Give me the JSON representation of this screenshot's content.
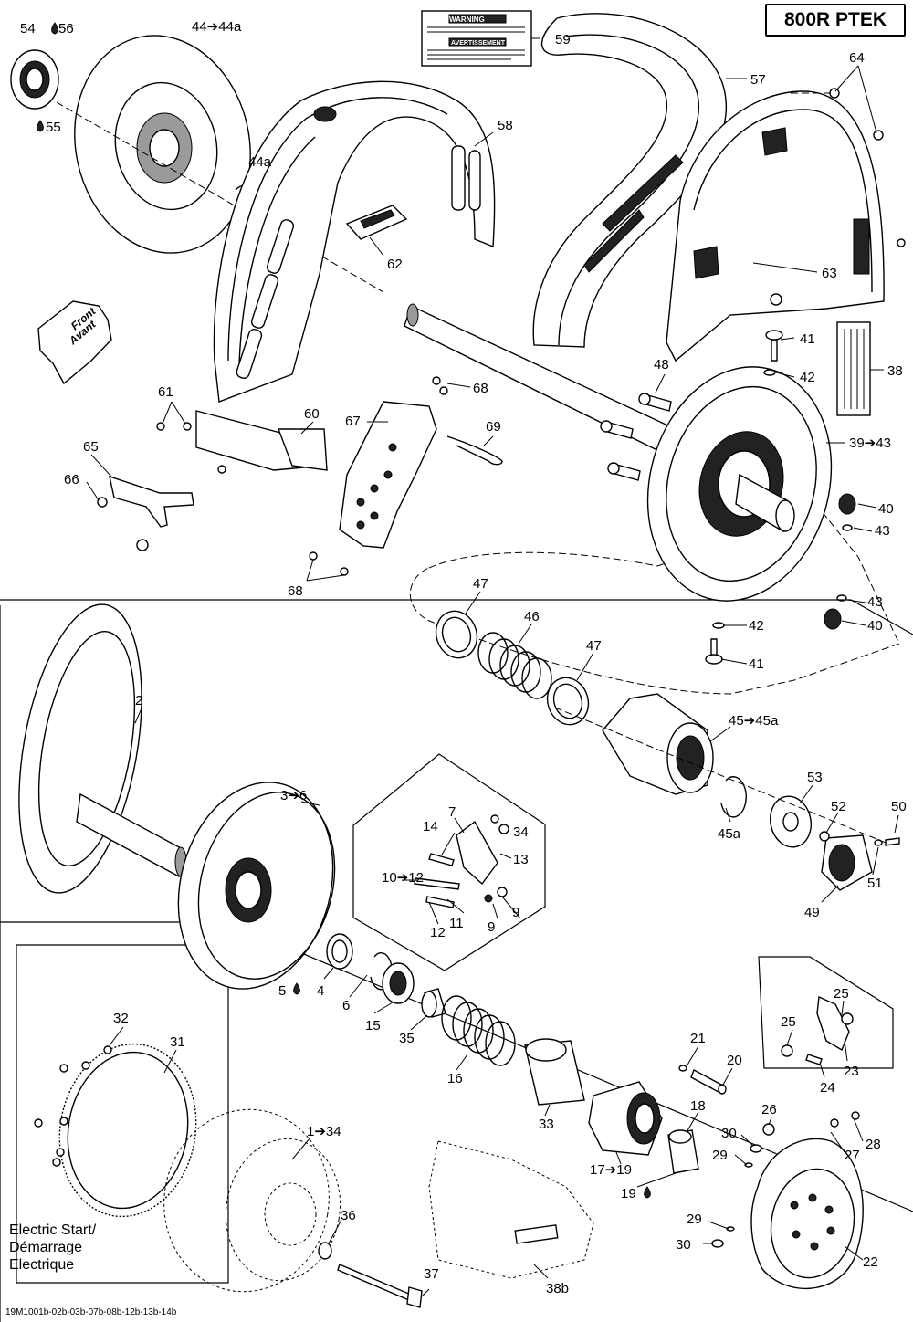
{
  "model_label": "800R PTEK",
  "footer_code": "19M1001b-02b-03b-07b-08b-12b-13b-14b",
  "front_arrow": {
    "line1": "Front",
    "line2": "Avant"
  },
  "electric_start": {
    "line1": "Electric Start/",
    "line2": "Démarrage",
    "line3": "Electrique"
  },
  "warning_label": {
    "title1": "WARNING",
    "title2": "AVERTISSEMENT"
  },
  "callouts": [
    {
      "id": "c-54",
      "text": "54"
    },
    {
      "id": "c-56",
      "text": "56"
    },
    {
      "id": "c-55",
      "text": "55"
    },
    {
      "id": "c-44",
      "text": "44➔44a"
    },
    {
      "id": "c-44a",
      "text": "44a"
    },
    {
      "id": "c-59",
      "text": "59"
    },
    {
      "id": "c-57",
      "text": "57"
    },
    {
      "id": "c-64",
      "text": "64"
    },
    {
      "id": "c-58",
      "text": "58"
    },
    {
      "id": "c-62",
      "text": "62"
    },
    {
      "id": "c-63",
      "text": "63"
    },
    {
      "id": "c-41a",
      "text": "41"
    },
    {
      "id": "c-42a",
      "text": "42"
    },
    {
      "id": "c-38",
      "text": "38"
    },
    {
      "id": "c-48",
      "text": "48"
    },
    {
      "id": "c-68a",
      "text": "68"
    },
    {
      "id": "c-61",
      "text": "61"
    },
    {
      "id": "c-60",
      "text": "60"
    },
    {
      "id": "c-67",
      "text": "67"
    },
    {
      "id": "c-69",
      "text": "69"
    },
    {
      "id": "c-39",
      "text": "39➔43"
    },
    {
      "id": "c-65",
      "text": "65"
    },
    {
      "id": "c-66",
      "text": "66"
    },
    {
      "id": "c-40a",
      "text": "40"
    },
    {
      "id": "c-43a",
      "text": "43"
    },
    {
      "id": "c-68b",
      "text": "68"
    },
    {
      "id": "c-47a",
      "text": "47"
    },
    {
      "id": "c-46",
      "text": "46"
    },
    {
      "id": "c-43b",
      "text": "43"
    },
    {
      "id": "c-40b",
      "text": "40"
    },
    {
      "id": "c-42b",
      "text": "42"
    },
    {
      "id": "c-47b",
      "text": "47"
    },
    {
      "id": "c-41b",
      "text": "41"
    },
    {
      "id": "c-2",
      "text": "2"
    },
    {
      "id": "c-45",
      "text": "45➔45a"
    },
    {
      "id": "c-3",
      "text": "3➔6"
    },
    {
      "id": "c-7",
      "text": "7"
    },
    {
      "id": "c-14",
      "text": "14"
    },
    {
      "id": "c-34a",
      "text": "34"
    },
    {
      "id": "c-13",
      "text": "13"
    },
    {
      "id": "c-53",
      "text": "53"
    },
    {
      "id": "c-52",
      "text": "52"
    },
    {
      "id": "c-50",
      "text": "50"
    },
    {
      "id": "c-10",
      "text": "10➔12"
    },
    {
      "id": "c-45a",
      "text": "45a"
    },
    {
      "id": "c-51",
      "text": "51"
    },
    {
      "id": "c-9a",
      "text": "9"
    },
    {
      "id": "c-12",
      "text": "12"
    },
    {
      "id": "c-11",
      "text": "11"
    },
    {
      "id": "c-9b",
      "text": "9"
    },
    {
      "id": "c-49",
      "text": "49"
    },
    {
      "id": "c-5",
      "text": "5"
    },
    {
      "id": "c-4",
      "text": "4"
    },
    {
      "id": "c-6",
      "text": "6"
    },
    {
      "id": "c-15",
      "text": "15"
    },
    {
      "id": "c-35",
      "text": "35"
    },
    {
      "id": "c-25a",
      "text": "25"
    },
    {
      "id": "c-32",
      "text": "32"
    },
    {
      "id": "c-25b",
      "text": "25"
    },
    {
      "id": "c-31",
      "text": "31"
    },
    {
      "id": "c-21",
      "text": "21"
    },
    {
      "id": "c-20",
      "text": "20"
    },
    {
      "id": "c-23",
      "text": "23"
    },
    {
      "id": "c-16",
      "text": "16"
    },
    {
      "id": "c-24",
      "text": "24"
    },
    {
      "id": "c-18",
      "text": "18"
    },
    {
      "id": "c-26",
      "text": "26"
    },
    {
      "id": "c-28",
      "text": "28"
    },
    {
      "id": "c-33",
      "text": "33"
    },
    {
      "id": "c-30a",
      "text": "30"
    },
    {
      "id": "c-1",
      "text": "1➔34"
    },
    {
      "id": "c-27",
      "text": "27"
    },
    {
      "id": "c-29a",
      "text": "29"
    },
    {
      "id": "c-17",
      "text": "17➔19"
    },
    {
      "id": "c-19",
      "text": "19"
    },
    {
      "id": "c-36",
      "text": "36"
    },
    {
      "id": "c-29b",
      "text": "29"
    },
    {
      "id": "c-30b",
      "text": "30"
    },
    {
      "id": "c-22",
      "text": "22"
    },
    {
      "id": "c-37",
      "text": "37"
    },
    {
      "id": "c-38b",
      "text": "38b"
    }
  ]
}
